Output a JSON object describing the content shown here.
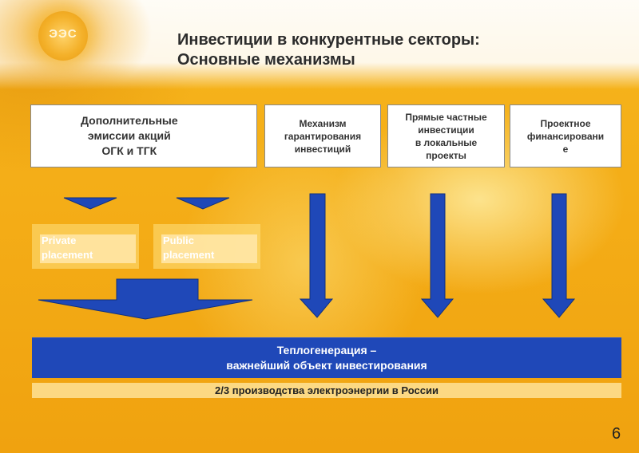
{
  "header": {
    "logo_text": "ЭЭС",
    "title_line1": "Инвестиции в конкурентные секторы:",
    "title_line2": "Основные механизмы"
  },
  "mechanisms": [
    "Дополнительные\nэмиссии акций\nОГК и ТГК",
    "Механизм\nгарантирования\nинвестиций",
    "Прямые частные\nинвестиции\nв локальные\nпроекты",
    "Проектное\nфинансировани\nе"
  ],
  "placements": {
    "private": "Private\nplacement",
    "public": "Public\nplacement"
  },
  "target": {
    "main": "Теплогенерация –\nважнейший объект инвестирования",
    "sub": "2/3 производства электроэнергии в России"
  },
  "colors": {
    "arrow_blue": "#1f48b8",
    "background": "#f4ad17"
  },
  "page_number": "6"
}
